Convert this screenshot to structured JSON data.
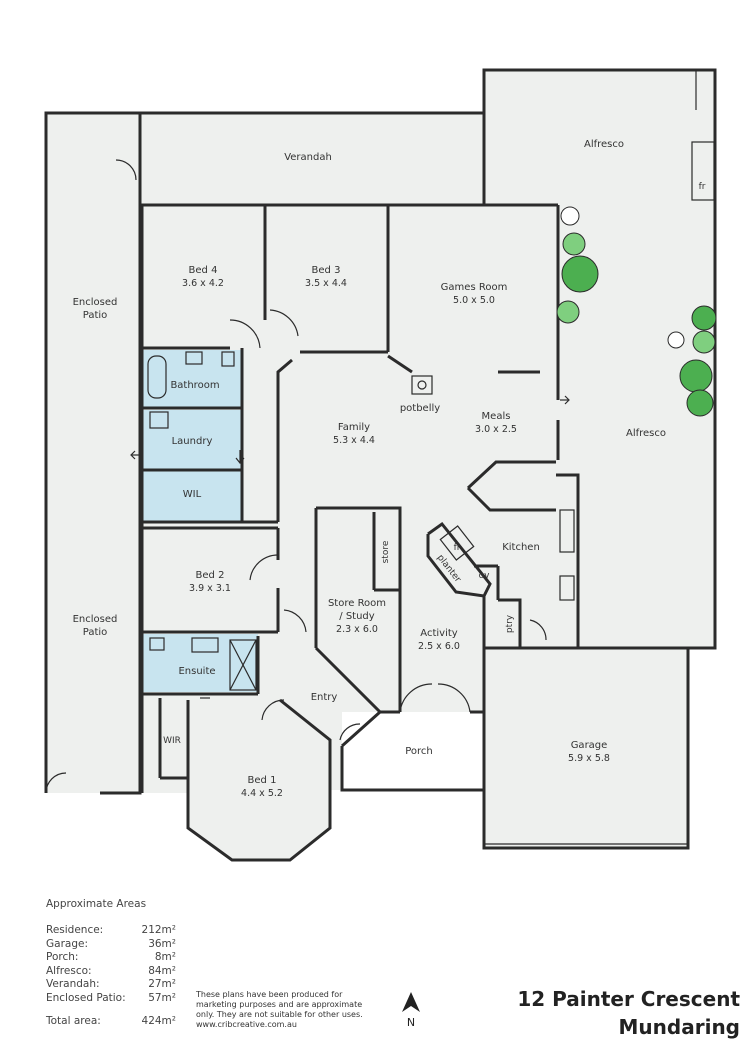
{
  "rooms": {
    "verandah": {
      "name": "Verandah"
    },
    "alfresco_top": {
      "name": "Alfresco"
    },
    "alfresco_right": {
      "name": "Alfresco"
    },
    "enclosed_patio_top": {
      "name": "Enclosed Patio"
    },
    "enclosed_patio_bottom": {
      "name": "Enclosed Patio"
    },
    "bed4": {
      "name": "Bed 4",
      "dims": "3.6 x 4.2"
    },
    "bed3": {
      "name": "Bed 3",
      "dims": "3.5 x 4.4"
    },
    "games_room": {
      "name": "Games Room",
      "dims": "5.0 x 5.0"
    },
    "bathroom": {
      "name": "Bathroom"
    },
    "laundry": {
      "name": "Laundry"
    },
    "wil": {
      "name": "WIL"
    },
    "family": {
      "name": "Family",
      "dims": "5.3 x 4.4"
    },
    "potbelly": {
      "name": "potbelly"
    },
    "meals": {
      "name": "Meals",
      "dims": "3.0 x 2.5"
    },
    "kitchen": {
      "name": "Kitchen"
    },
    "fr_kitchen": {
      "name": "fr"
    },
    "fr_alfresco": {
      "name": "fr"
    },
    "planter": {
      "name": "planter"
    },
    "ov": {
      "name": "ov"
    },
    "ptry": {
      "name": "ptry"
    },
    "store": {
      "name": "store"
    },
    "bed2": {
      "name": "Bed 2",
      "dims": "3.9 x 3.1"
    },
    "store_room": {
      "name1": "Store Room",
      "name2": "/ Study",
      "dims": "2.3 x 6.0"
    },
    "activity": {
      "name": "Activity",
      "dims": "2.5 x 6.0"
    },
    "ensuite": {
      "name": "Ensuite"
    },
    "entry": {
      "name": "Entry"
    },
    "wir": {
      "name": "WIR"
    },
    "porch": {
      "name": "Porch"
    },
    "bed1": {
      "name": "Bed 1",
      "dims": "4.4 x 5.2"
    },
    "garage": {
      "name": "Garage",
      "dims": "5.9 x 5.8"
    }
  },
  "areas": {
    "heading": "Approximate Areas",
    "rows": [
      {
        "label": "Residence:",
        "value": "212m²"
      },
      {
        "label": "Garage:",
        "value": "36m²"
      },
      {
        "label": "Porch:",
        "value": "8m²"
      },
      {
        "label": "Alfresco:",
        "value": "84m²"
      },
      {
        "label": "Verandah:",
        "value": "27m²"
      },
      {
        "label": "Enclosed Patio:",
        "value": "57m²"
      }
    ],
    "total_label": "Total area:",
    "total_value": "424m²"
  },
  "disclaimer": {
    "line1": "These plans have been produced for",
    "line2": "marketing purposes and are approximate",
    "line3": "only. They are not suitable for other uses.",
    "line4": "www.cribcreative.com.au"
  },
  "compass_label": "N",
  "address": {
    "line1": "12 Painter Crescent",
    "line2": "Mundaring"
  },
  "colors": {
    "floor": "#eef0ee",
    "wet_area": "#c8e4ef",
    "wall": "#2b2b2b",
    "tree": "#4caf50"
  }
}
